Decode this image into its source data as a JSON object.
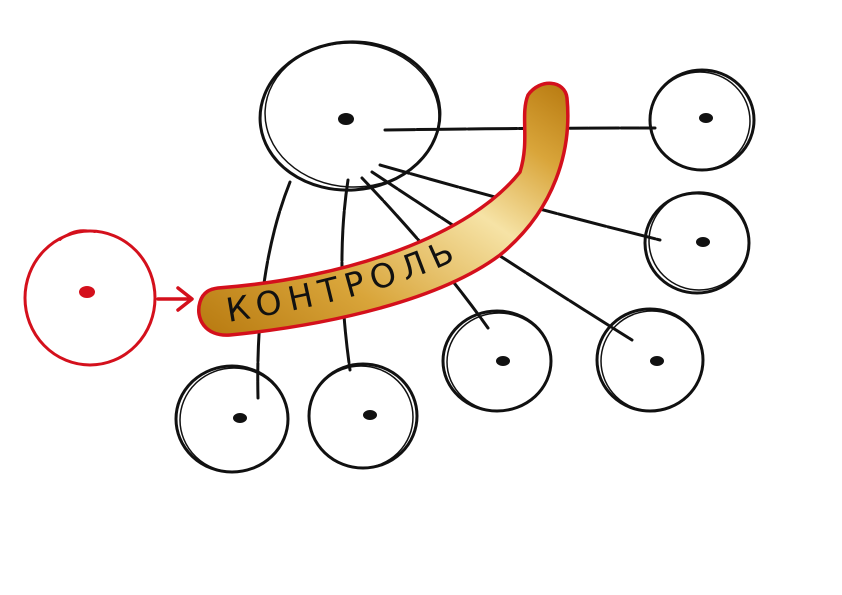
{
  "label": "КОНТРОЛЬ",
  "colors": {
    "stroke": "#111111",
    "accent": "#d4101c",
    "label_text": "#111111",
    "band_light": "#f6e3a6",
    "band_mid": "#d9a53a",
    "band_dark": "#b7790f"
  },
  "nodes": [
    {
      "id": "center"
    },
    {
      "id": "right-top"
    },
    {
      "id": "right-middle"
    },
    {
      "id": "bottom-right"
    },
    {
      "id": "bottom-center"
    },
    {
      "id": "bottom-left-2"
    },
    {
      "id": "bottom-left-1"
    },
    {
      "id": "outside"
    }
  ]
}
